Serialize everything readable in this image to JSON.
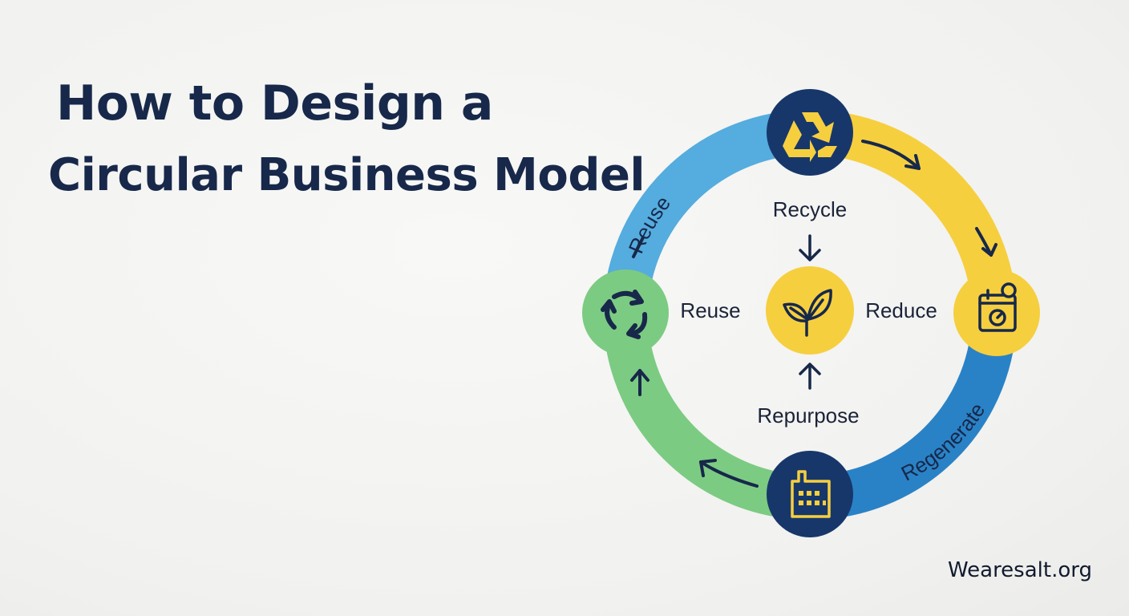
{
  "title": {
    "line1": "How to Design a",
    "line2": "Circular Business Model"
  },
  "diagram": {
    "center_labels": {
      "top": "Recycle",
      "left": "Reuse",
      "right": "Reduce",
      "bottom": "Repurpose"
    },
    "arc_labels": {
      "upper_left": "Reuse",
      "lower_right": "Regenerate"
    },
    "colors": {
      "blue_light": "#55acde",
      "blue_dark": "#2a82c6",
      "yellow": "#f6cf3f",
      "green": "#7ccb82",
      "navy": "#17376b",
      "ink": "#17284a"
    },
    "icons": {
      "top_node": "recycle-icon",
      "right_node": "calendar-clock-icon",
      "bottom_node": "factory-icon",
      "left_node": "recycle-arrows-icon",
      "center_node": "leaf-icon"
    }
  },
  "footer": {
    "site": "Wearesalt.org"
  }
}
